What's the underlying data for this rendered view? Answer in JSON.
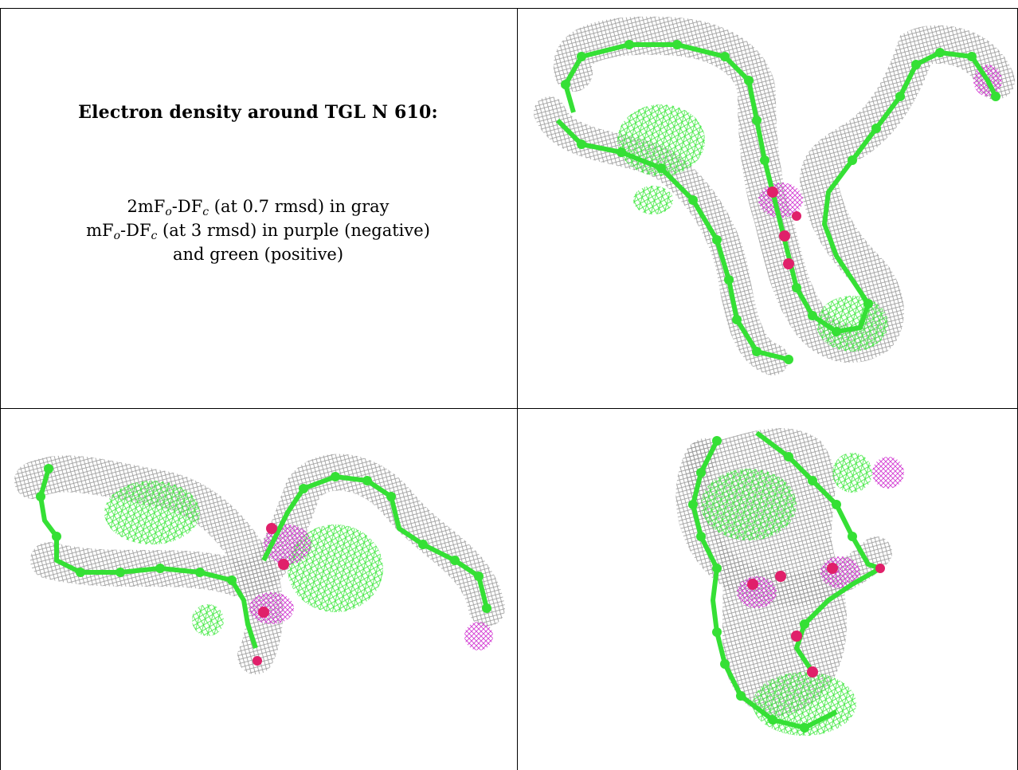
{
  "caption": {
    "title": "Electron density around TGL N 610:",
    "lines": [
      {
        "pre": "2mF",
        "sub1": "o",
        "mid": "-DF",
        "sub2": "c",
        "post": " (at 0.7 rmsd) in gray"
      },
      {
        "pre": "mF",
        "sub1": "o",
        "mid": "-DF",
        "sub2": "c",
        "post": " (at 3 rmsd) in purple (negative)"
      },
      {
        "pre": "",
        "sub1": "",
        "mid": "",
        "sub2": "",
        "post": "and green (positive)"
      }
    ]
  },
  "colors": {
    "mesh_2fofc": "#9a9a9a",
    "mesh_positive": "#3ee83e",
    "mesh_negative": "#d23cd2",
    "carbon_atom": "#35e035",
    "oxygen_atom": "#e0206a"
  },
  "panels": [
    {
      "name": "view-1"
    },
    {
      "name": "view-2"
    },
    {
      "name": "view-3"
    }
  ]
}
